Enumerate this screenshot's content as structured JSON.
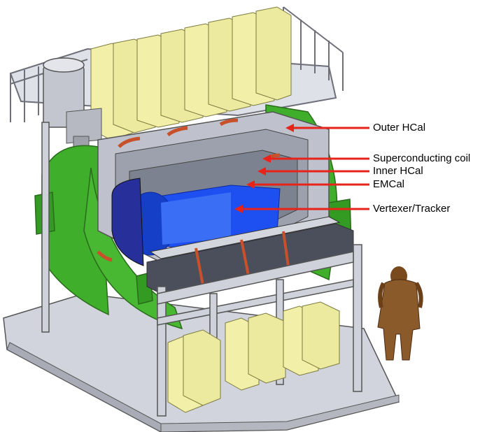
{
  "labels": {
    "outer_hcal": "Outer HCal",
    "superconducting_coil": "Superconducting coil",
    "inner_hcal": "Inner HCal",
    "emcal": "EMCal",
    "vertexer_tracker": "Vertexer/Tracker"
  },
  "colors": {
    "arrow": "#e8231a",
    "yoke_green": "#3fae2a",
    "module_yellow": "#f2efa8",
    "frame_gray": "#c9cbd6",
    "inner_blue": "#1e4ff0",
    "copper": "#c8502a",
    "text": "#000000"
  }
}
